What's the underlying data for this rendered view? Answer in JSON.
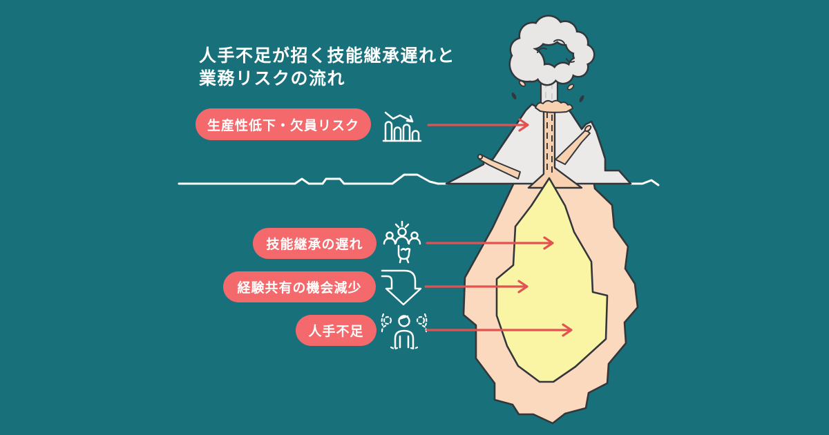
{
  "title": {
    "line1": "人手不足が招く技能継承遅れと",
    "line2": "業務リスクの流れ"
  },
  "labels": [
    {
      "text": "生産性低下・欠員リスク",
      "icon": "declining-chart-icon",
      "points_to": "volcano-above-water"
    },
    {
      "text": "技能継承の遅れ",
      "icon": "people-select-icon",
      "points_to": "magma-chamber-upper"
    },
    {
      "text": "経験共有の機会減少",
      "icon": "curved-down-arrow-icon",
      "points_to": "magma-chamber-middle"
    },
    {
      "text": "人手不足",
      "icon": "person-shortage-icon",
      "points_to": "magma-chamber-lower"
    }
  ],
  "illustration": {
    "name": "volcano-iceberg-cross-section",
    "parts": [
      "smoke-cloud",
      "volcano",
      "lava-conduit",
      "waterline",
      "magma-chamber-outer",
      "magma-chamber-inner"
    ]
  },
  "colors": {
    "background": "#17707A",
    "pill": "#F4696C",
    "arrow": "#E15352",
    "volcano_gray": "#EBEAE9",
    "smoke_gray": "#E8E7E6",
    "lava_peach": "#F8D2B0",
    "chamber_peach": "#FBD9BE",
    "chamber_yellow": "#FAF5A5",
    "outline": "#33363A",
    "text_white": "#FFFFFF"
  }
}
